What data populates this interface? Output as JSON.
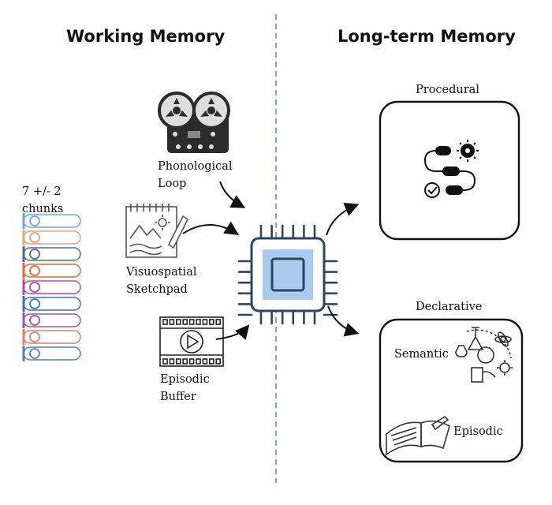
{
  "headings": {
    "left": "Working Memory",
    "right": "Long-term Memory"
  },
  "capacity": {
    "line1": "7 +/- 2",
    "line2": "chunks"
  },
  "components": {
    "phonological": {
      "line1": "Phonological",
      "line2": "Loop"
    },
    "visuospatial": {
      "line1": "Visuospatial",
      "line2": "Sketchpad"
    },
    "episodic_buffer": {
      "line1": "Episodic",
      "line2": "Buffer"
    }
  },
  "long_term": {
    "procedural": "Procedural",
    "declarative": "Declarative",
    "semantic": "Semantic",
    "episodic": "Episodic"
  },
  "chunk_colors": [
    "#6ea8dc",
    "#e8a07a",
    "#4a6c88",
    "#e06a2c",
    "#c2479a",
    "#3a72b4",
    "#8a5cb0",
    "#e0806a",
    "#5a7fa0"
  ],
  "colors": {
    "navy": "#2c4560",
    "chip_fill": "#a9ccee",
    "divider": "#8fa3b5",
    "ink": "#111111"
  }
}
